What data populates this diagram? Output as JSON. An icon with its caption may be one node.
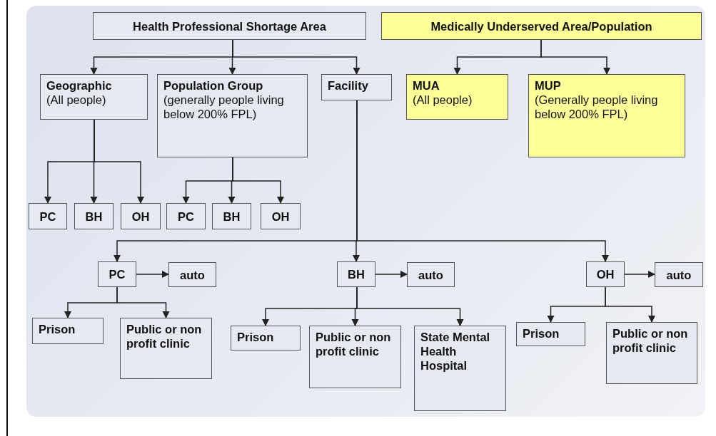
{
  "diagram": {
    "nodes": [
      {
        "text": [
          "Health Professional Shortage Area"
        ]
      },
      {
        "text": [
          "Medically Underserved Area/Population"
        ]
      },
      {
        "text": [
          "Geographic",
          "(All people)"
        ]
      },
      {
        "text": [
          "Population Group",
          "(generally people living below 200% FPL)"
        ]
      },
      {
        "text": [
          "Facility"
        ]
      },
      {
        "text": [
          "MUA",
          "(All people)"
        ]
      },
      {
        "text": [
          "MUP",
          "(Generally people living below 200% FPL)"
        ]
      },
      {
        "text": [
          "PC"
        ]
      },
      {
        "text": [
          "BH"
        ]
      },
      {
        "text": [
          "OH"
        ]
      },
      {
        "text": [
          "PC"
        ]
      },
      {
        "text": [
          "BH"
        ]
      },
      {
        "text": [
          "OH"
        ]
      },
      {
        "text": [
          "PC"
        ]
      },
      {
        "text": [
          "auto"
        ]
      },
      {
        "text": [
          "BH"
        ]
      },
      {
        "text": [
          "auto"
        ]
      },
      {
        "text": [
          "OH"
        ]
      },
      {
        "text": [
          "auto"
        ]
      },
      {
        "text": [
          "Prison"
        ]
      },
      {
        "text": [
          "Public or non profit clinic"
        ]
      },
      {
        "text": [
          "Prison"
        ]
      },
      {
        "text": [
          "Public or non profit clinic"
        ]
      },
      {
        "text": [
          "State Mental Health Hospital"
        ]
      },
      {
        "text": [
          "Prison"
        ]
      },
      {
        "text": [
          "Public or non profit clinic"
        ]
      }
    ],
    "edges": [
      {
        "from": 0,
        "to": 2,
        "arrow": "to"
      },
      {
        "from": 0,
        "to": 3,
        "arrow": "to"
      },
      {
        "from": 0,
        "to": 4,
        "arrow": "to"
      },
      {
        "from": 1,
        "to": 5,
        "arrow": "to"
      },
      {
        "from": 1,
        "to": 6,
        "arrow": "to"
      },
      {
        "from": 2,
        "to": 7,
        "arrow": "to"
      },
      {
        "from": 2,
        "to": 8,
        "arrow": "to"
      },
      {
        "from": 2,
        "to": 9,
        "arrow": "to"
      },
      {
        "from": 3,
        "to": 10,
        "arrow": "to"
      },
      {
        "from": 3,
        "to": 11,
        "arrow": "to"
      },
      {
        "from": 3,
        "to": 12,
        "arrow": "to"
      },
      {
        "from": 4,
        "to": 13,
        "arrow": "to"
      },
      {
        "from": 4,
        "to": 15,
        "arrow": "to"
      },
      {
        "from": 4,
        "to": 17,
        "arrow": "to"
      },
      {
        "from": 13,
        "to": 14,
        "arrow": "to"
      },
      {
        "from": 15,
        "to": 16,
        "arrow": "to"
      },
      {
        "from": 17,
        "to": 18,
        "arrow": "to"
      },
      {
        "from": 13,
        "to": 19,
        "arrow": "to"
      },
      {
        "from": 13,
        "to": 20,
        "arrow": "to"
      },
      {
        "from": 15,
        "to": 21,
        "arrow": "to"
      },
      {
        "from": 15,
        "to": 22,
        "arrow": "to"
      },
      {
        "from": 15,
        "to": 23,
        "arrow": "to"
      },
      {
        "from": 17,
        "to": 24,
        "arrow": "to"
      },
      {
        "from": 17,
        "to": 25,
        "arrow": "to"
      }
    ]
  }
}
